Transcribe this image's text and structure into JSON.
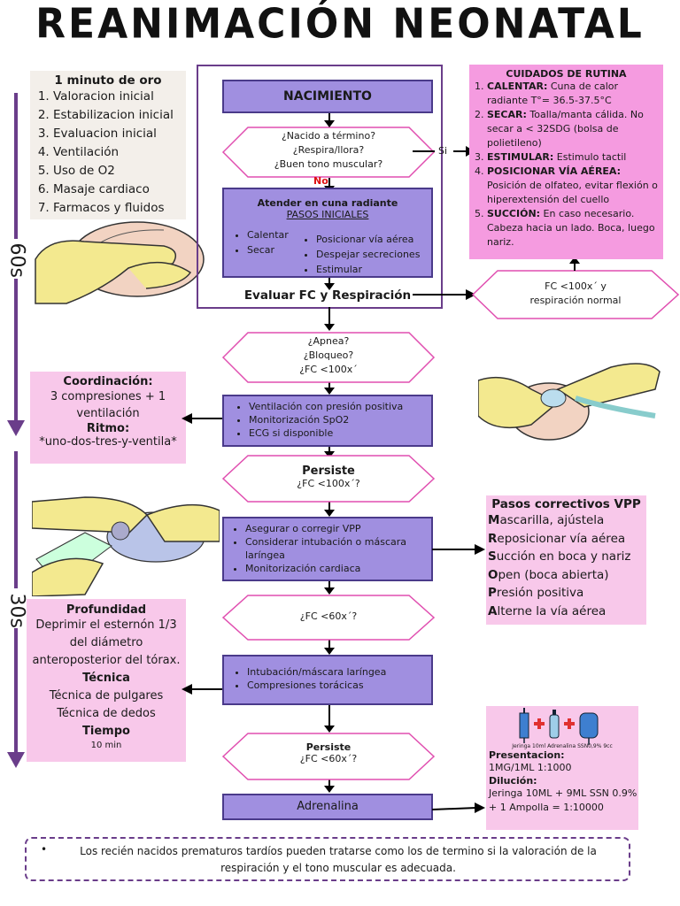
{
  "title": "REANIMACIÓN NEONATAL",
  "colors": {
    "purple_box": "#a08fe0",
    "pink_box": "#f8c8ea",
    "rutina_pink": "#f59be0",
    "hex_border": "#e04fb0",
    "timeline": "#6a3d8a"
  },
  "oro": {
    "heading": "1 minuto de oro",
    "items": [
      "Valoracion inicial",
      "Estabilizacion inicial",
      "Evaluacion inicial",
      "Ventilación",
      "Uso de O2",
      "Masaje cardiaco",
      "Farmacos y fluidos"
    ]
  },
  "timeline": {
    "top_label": "60s",
    "bottom_label": "30s"
  },
  "flow": {
    "nacimiento": "NACIMIENTO",
    "q1": [
      "¿Nacido a término?",
      "¿Respira/llora?",
      "¿Buen tono muscular?"
    ],
    "si": "Si",
    "no": "No",
    "atender_title": "Atender en cuna radiante",
    "pasos_title": "PASOS INICIALES",
    "pasos_left": [
      "Calentar",
      "Secar"
    ],
    "pasos_right": [
      "Posicionar vía aérea",
      "Despejar secreciones",
      "Estimular"
    ],
    "evaluar": "Evaluar FC y Respiración",
    "fc_normal": [
      "FC <100x´ y",
      "respiración normal"
    ],
    "q2": [
      "¿Apnea?",
      "¿Bloqueo?",
      "¿FC <100x´"
    ],
    "vpp": [
      "Ventilación con presión positiva",
      "Monitorización SpO2",
      "ECG si disponible"
    ],
    "persiste1": {
      "title": "Persiste",
      "q": "¿FC <100x´?"
    },
    "asegurar": [
      "Asegurar o corregir VPP",
      "Considerar intubación o máscara laríngea",
      "Monitorización cardiaca"
    ],
    "q3": "¿FC <60x´?",
    "intubacion": [
      "Intubación/máscara laríngea",
      "Compresiones torácicas"
    ],
    "persiste2": {
      "title": "Persiste",
      "q": "¿FC <60x´?"
    },
    "adrenalina": "Adrenalina"
  },
  "rutina": {
    "heading": "CUIDADOS DE RUTINA",
    "items": [
      {
        "k": "CALENTAR:",
        "v": " Cuna de calor radiante T°= 36.5-37.5°C"
      },
      {
        "k": "SECAR:",
        "v": " Toalla/manta cálida. No secar a < 32SDG (bolsa de polietileno)"
      },
      {
        "k": "ESTIMULAR:",
        "v": " Estimulo tactil"
      },
      {
        "k": "POSICIONAR VÍA AÉREA:",
        "v": " Posición de olfateo, evitar flexión o hiperextensión del cuello"
      },
      {
        "k": "SUCCIÓN:",
        "v": " En caso necesario. Cabeza hacia un lado. Boca, luego nariz."
      }
    ]
  },
  "coordinacion": {
    "title": "Coordinación:",
    "text": "3 compresiones + 1 ventilación",
    "ritmo_title": "Ritmo:",
    "ritmo": "*uno-dos-tres-y-ventila*"
  },
  "correctivos": {
    "title": "Pasos correctivos VPP",
    "items": [
      {
        "l": "M",
        "r": "ascarilla, ajústela"
      },
      {
        "l": "R",
        "r": "eposicionar vía aérea"
      },
      {
        "l": "S",
        "r": "ucción en boca y nariz"
      },
      {
        "l": "O",
        "r": "pen (boca abierta)"
      },
      {
        "l": "P",
        "r": "resión positiva"
      },
      {
        "l": "A",
        "r": "lterne la vía aérea"
      }
    ]
  },
  "compresiones": {
    "prof_title": "Profundidad",
    "prof": "Deprimir el esternón 1/3 del diámetro anteroposterior del tórax.",
    "tec_title": "Técnica",
    "tec1": "Técnica de pulgares",
    "tec2": "Técnica de dedos",
    "tiempo_title": "Tiempo",
    "tiempo": "10 min"
  },
  "adrenalina_info": {
    "caption": "Jeringa 10ml Adrenalina SSN0,9% 9cc",
    "pres_title": "Presentacion:",
    "pres": "1MG/1ML 1:1000",
    "dil_title": "Dilución:",
    "dil": "Jeringa 10ML + 9ML SSN 0.9% + 1 Ampolla = 1:10000"
  },
  "footnote": "Los recién nacidos prematuros tardíos pueden tratarse como los de termino si la valoración de la respiración y el tono muscular es adecuada."
}
